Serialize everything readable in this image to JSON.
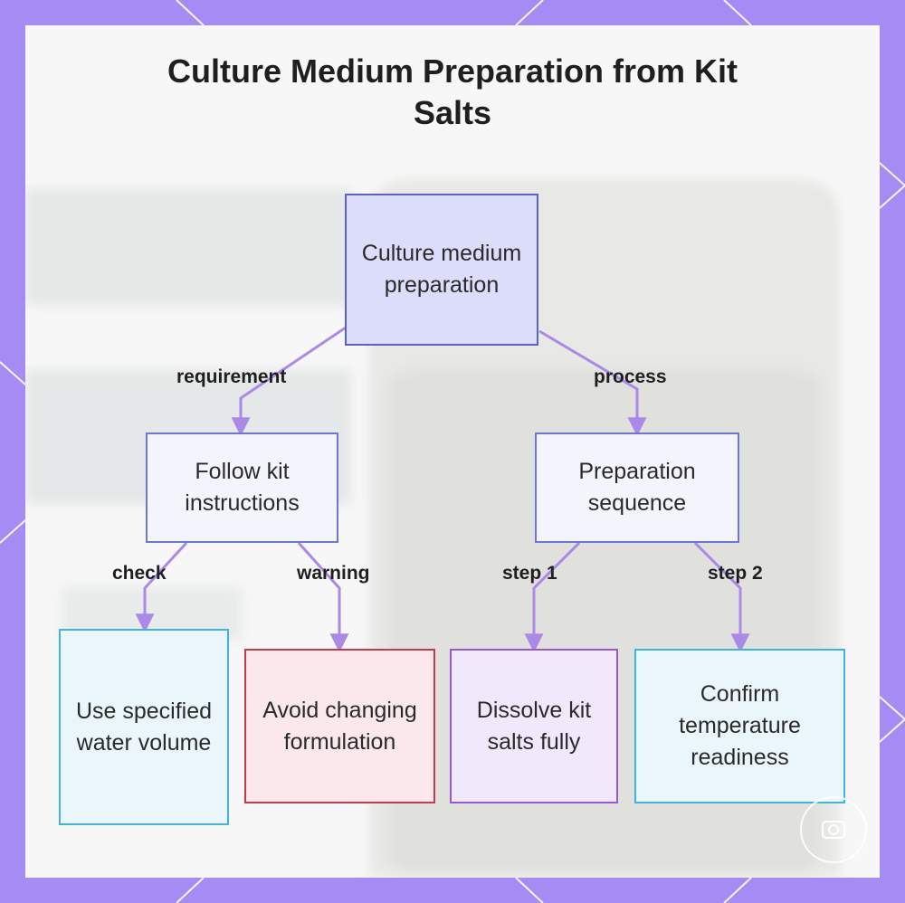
{
  "title": {
    "line1": "Culture Medium Preparation from Kit",
    "line2": "Salts"
  },
  "nodes": {
    "root": "Culture medium preparation",
    "follow": "Follow kit instructions",
    "sequence": "Preparation sequence",
    "water": "Use specified water volume",
    "avoid": "Avoid changing formulation",
    "dissolve": "Dissolve kit salts fully",
    "confirm": "Confirm temperature readiness"
  },
  "edge_labels": {
    "requirement": "requirement",
    "process": "process",
    "check": "check",
    "warning": "warning",
    "step1": "step 1",
    "step2": "step 2"
  },
  "colors": {
    "frame": "#a48cf4",
    "edge": "#a98ae6",
    "root_fill": "#dcdcfb",
    "root_border": "#5a62c8",
    "cyan_border": "#3cb6e0",
    "red_border": "#c33a4d",
    "purple_border": "#9559d4"
  }
}
